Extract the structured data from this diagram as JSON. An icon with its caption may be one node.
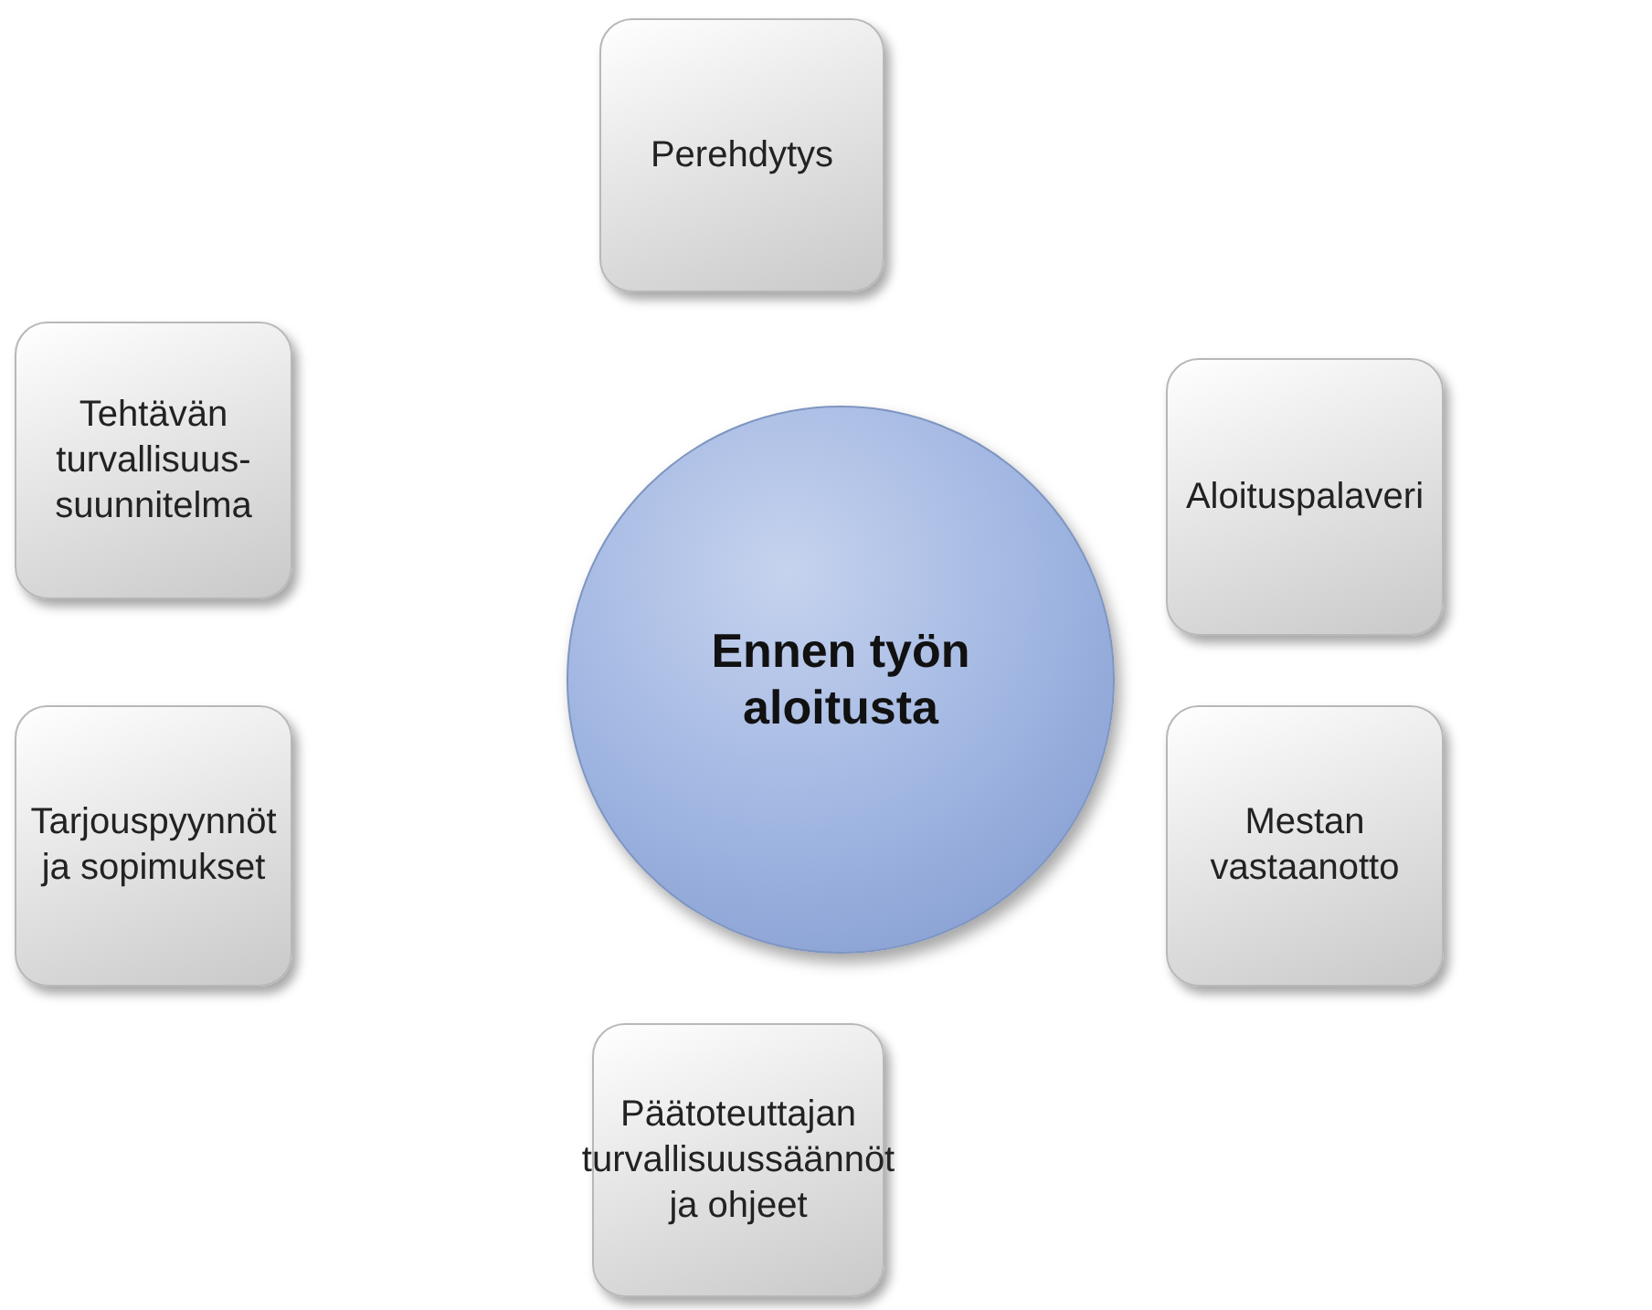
{
  "diagram": {
    "nodes": [
      {
        "text": [
          "Ennen työn aloitusta"
        ]
      },
      {
        "text": [
          "Perehdytys"
        ]
      },
      {
        "text": [
          "Aloituspalaveri"
        ]
      },
      {
        "text": [
          "Mestan vastaanotto"
        ]
      },
      {
        "text": [
          "Päätoteuttajan turvallisuussäännöt ja ohjeet"
        ]
      },
      {
        "text": [
          "Tarjouspyynnöt ja sopimukset"
        ]
      },
      {
        "text": [
          "Tehtävän turvallisuus-suunnitelma"
        ]
      }
    ]
  }
}
